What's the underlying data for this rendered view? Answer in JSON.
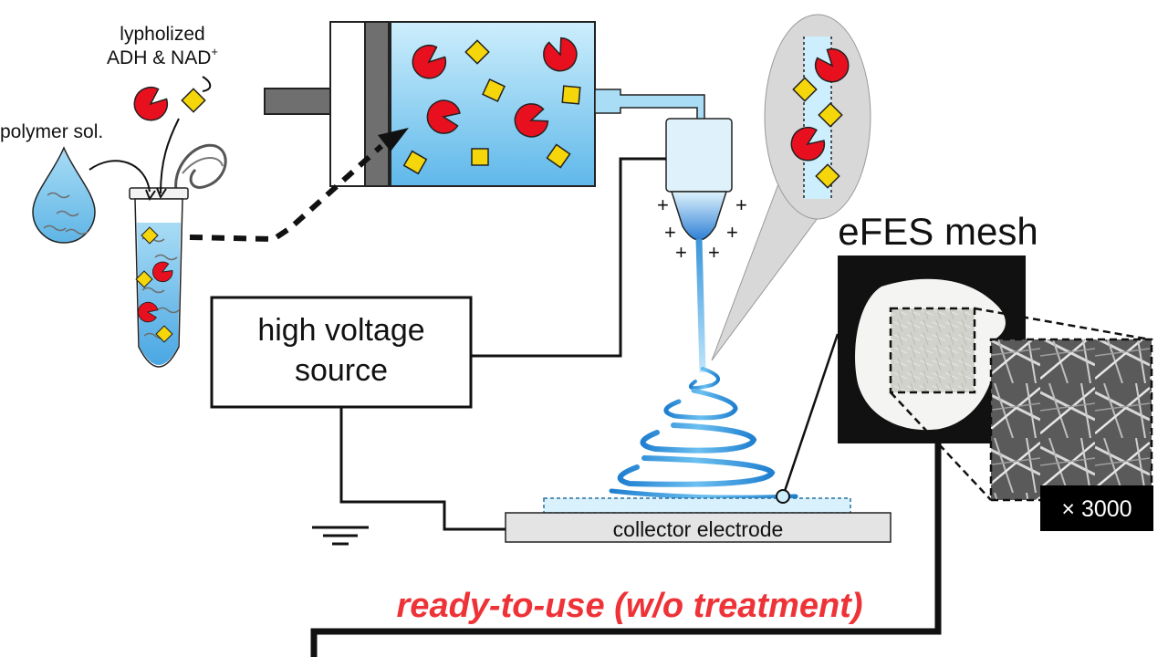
{
  "labels": {
    "lyophilized_line1": "lypholized",
    "lyophilized_line2": "ADH & NAD",
    "lyophilized_sup": "+",
    "polymer": "polymer sol.",
    "hv_line1": "high voltage",
    "hv_line2": "source",
    "collector": "collector electrode",
    "efes": "eFES mesh",
    "magnification": "× 3000",
    "ready": "ready-to-use (w/o treatment)",
    "charge_sign": "+"
  },
  "colors": {
    "enzyme": "#e8101e",
    "cofactor": "#f5d60a",
    "solution_blue": "#7ec9ee",
    "light_blue": "#cdeefc",
    "jet_blue": "#2f8ed8",
    "ready_red": "#ee3338",
    "wire": "#111111",
    "plate": "#e4e4e4",
    "bubble": "#d8d8d8"
  },
  "icons": {
    "enzyme": "pacman-shape",
    "cofactor": "diamond-square",
    "ground": "ground-symbol"
  }
}
